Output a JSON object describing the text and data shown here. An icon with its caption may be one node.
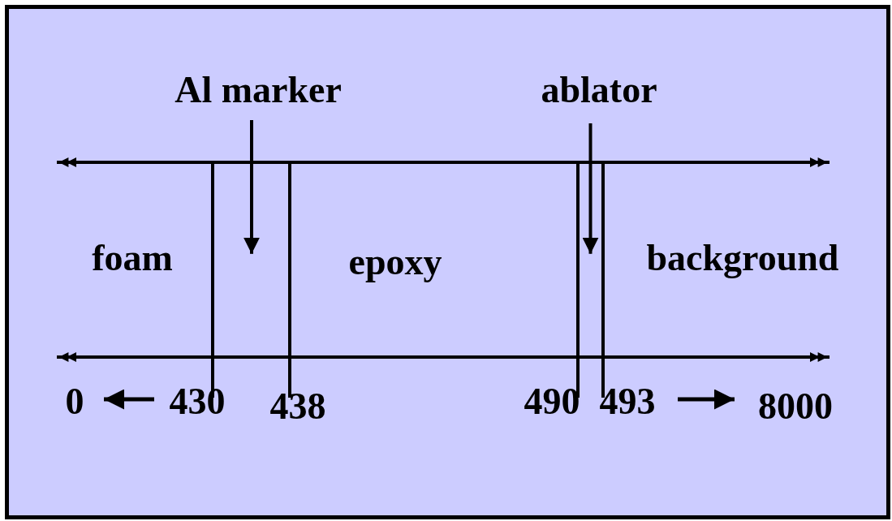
{
  "diagram": {
    "nodes": [
      {
        "text": [
          "Al marker"
        ]
      },
      {
        "text": [],
        "shape": "bar"
      },
      {
        "text": [
          "ablator"
        ]
      },
      {
        "text": [],
        "shape": "bar"
      }
    ],
    "edges": [
      {
        "from": 0,
        "to": 1,
        "arrow": "to"
      },
      {
        "from": 2,
        "to": 3,
        "arrow": "to"
      }
    ],
    "labels": [
      "foam",
      "epoxy",
      "background",
      "0",
      "430",
      "438",
      "490",
      "493",
      "8000"
    ]
  }
}
